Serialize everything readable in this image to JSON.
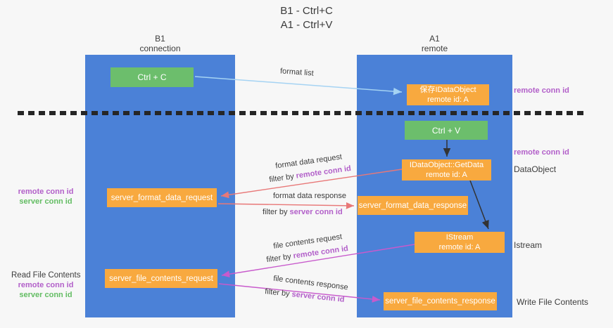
{
  "title": {
    "line1": "B1 - Ctrl+C",
    "line2": "A1 - Ctrl+V"
  },
  "lifelines": {
    "left": {
      "name": "B1",
      "subtitle": "connection"
    },
    "right": {
      "name": "A1",
      "subtitle": "remote"
    }
  },
  "boxes": {
    "ctrl_c": "Ctrl + C",
    "save_idataobject": {
      "title": "保存IDataObject",
      "subtitle": "remote id: A"
    },
    "ctrl_v": "Ctrl + V",
    "getdata": {
      "title": "IDataObject::GetData",
      "subtitle": "remote id: A"
    },
    "server_format_data_request": "server_format_data_request",
    "server_format_data_response": "server_format_data_response",
    "istream": {
      "title": "IStream",
      "subtitle": "remote id: A"
    },
    "server_file_contents_request": "server_file_contents_request",
    "server_file_contents_response": "server_file_contents_response"
  },
  "arrows": {
    "format_list": {
      "label": "format list"
    },
    "format_data_request": {
      "label": "format data request",
      "filter_prefix": "filter by ",
      "filter_key": "remote conn id"
    },
    "format_data_response": {
      "label": "format data response",
      "filter_prefix": "filter by ",
      "filter_key": "server conn id"
    },
    "file_contents_request": {
      "label": "file contents request",
      "filter_prefix": "filter by ",
      "filter_key": "remote conn id"
    },
    "file_contents_response": {
      "label": "file contents response",
      "filter_prefix": "filter by ",
      "filter_key": "server conn id"
    }
  },
  "right_labels": {
    "remote_conn_id_top": "remote conn id",
    "remote_conn_id_mid": "remote conn id",
    "dataobject": "DataObject",
    "istream": "Istream",
    "write_file_contents": "Write File Contents"
  },
  "left_labels": {
    "remote_conn_id_top": "remote conn id",
    "server_conn_id_top": "server conn id",
    "read_file_contents": "Read File Contents",
    "remote_conn_id_bottom": "remote conn id",
    "server_conn_id_bottom": "server conn id"
  },
  "colors": {
    "lifeline_blue": "#4b81d7",
    "box_green": "#6cbe6c",
    "box_orange": "#f8a93f",
    "arrow_lightblue": "#a5d3f3",
    "arrow_red": "#e87878",
    "arrow_magenta": "#c85acc",
    "arrow_black": "#333333",
    "label_purple": "#b25fc9",
    "label_green": "#63bd63",
    "background": "#f7f7f7"
  }
}
